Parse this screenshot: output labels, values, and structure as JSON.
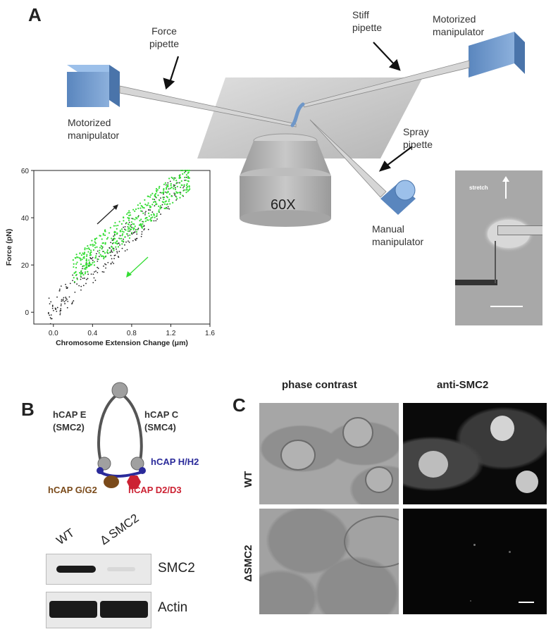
{
  "panels": {
    "a": {
      "letter": "A",
      "labels": {
        "force_pipette_line1": "Force",
        "force_pipette_line2": "pipette",
        "stiff_pipette_line1": "Stiff",
        "stiff_pipette_line2": "pipette",
        "motorized_right_line1": "Motorized",
        "motorized_right_line2": "manipulator",
        "motorized_left_line1": "Motorized",
        "motorized_left_line2": "manipulator",
        "spray_pipette_line1": "Spray",
        "spray_pipette_line2": "pipette",
        "manual_line1": "Manual",
        "manual_line2": "manipulator",
        "objective": "60X"
      },
      "micrograph_label": "stretch"
    },
    "b": {
      "letter": "B",
      "condensin": {
        "hcap_e_line1": "hCAP E",
        "hcap_e_line2": "(SMC2)",
        "hcap_c_line1": "hCAP C",
        "hcap_c_line2": "(SMC4)",
        "hcap_h": "hCAP H/H2",
        "hcap_g": "hCAP G/G2",
        "hcap_d": "hCAP D2/D3"
      },
      "blot": {
        "lane_wt": "WT",
        "lane_ko": "Δ SMC2",
        "band_smc2": "SMC2",
        "band_actin": "Actin"
      }
    },
    "c": {
      "letter": "C",
      "col_phase": "phase contrast",
      "col_anti": "anti-SMC2",
      "row_wt": "WT",
      "row_ko": "ΔSMC2"
    }
  },
  "colors": {
    "pipette_blue": "#6f97c8",
    "fast_curve": "#33dd33",
    "black_points": "#222222",
    "hcap_h": "#2a2a9a",
    "hcap_g": "#7a4a1a",
    "hcap_d": "#cc2233"
  },
  "chart_data": {
    "type": "scatter",
    "xlabel": "Chromosome Extension Change (μm)",
    "ylabel": "Force (pN)",
    "xlim": [
      -0.2,
      1.6
    ],
    "ylim": [
      -5,
      60
    ],
    "x_ticks": [
      "0.0",
      "0.4",
      "0.8",
      "1.2",
      "1.6"
    ],
    "y_ticks": [
      "0",
      "20",
      "40",
      "60"
    ],
    "series": [
      {
        "color": "#222222",
        "x_range": [
          -0.05,
          1.4
        ],
        "y_range": [
          0,
          58
        ]
      },
      {
        "color": "#33dd33",
        "x_range": [
          0.2,
          1.4
        ],
        "y_range": [
          18,
          58
        ]
      }
    ]
  }
}
